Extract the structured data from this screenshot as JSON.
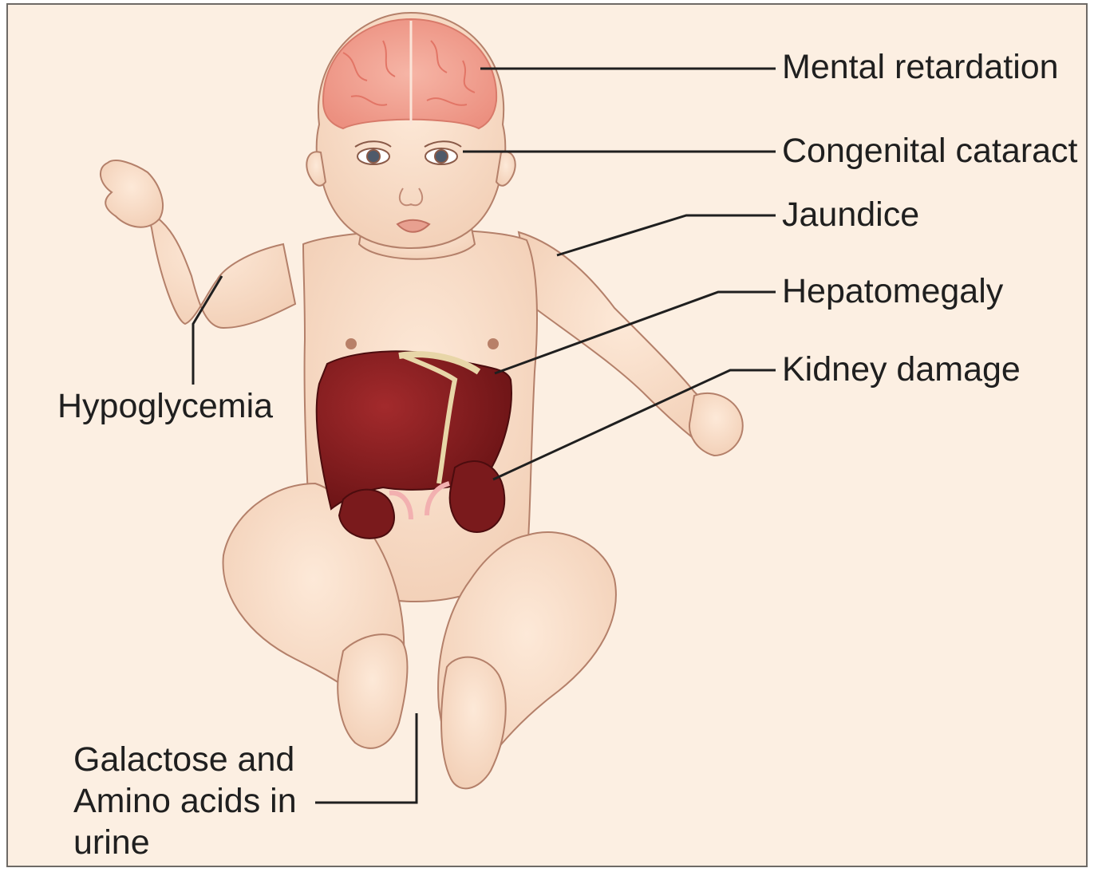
{
  "labels": {
    "mental": "Mental retardation",
    "cataract": "Congenital cataract",
    "jaundice": "Jaundice",
    "hepatomegaly": "Hepatomegaly",
    "kidney": "Kidney damage",
    "hypoglycemia": "Hypoglycemia",
    "urine": [
      "Galactose and",
      "Amino acids in",
      "urine"
    ]
  },
  "colors": {
    "background": "#fcefe2",
    "skin": "#f7dcc6",
    "outline": "#b4806a",
    "brain": "#f0a090",
    "liver": "#7e1a1c",
    "kidney": "#7a1a1c",
    "bile": "#e8d6a8",
    "leader_line": "#1f1f1f"
  }
}
